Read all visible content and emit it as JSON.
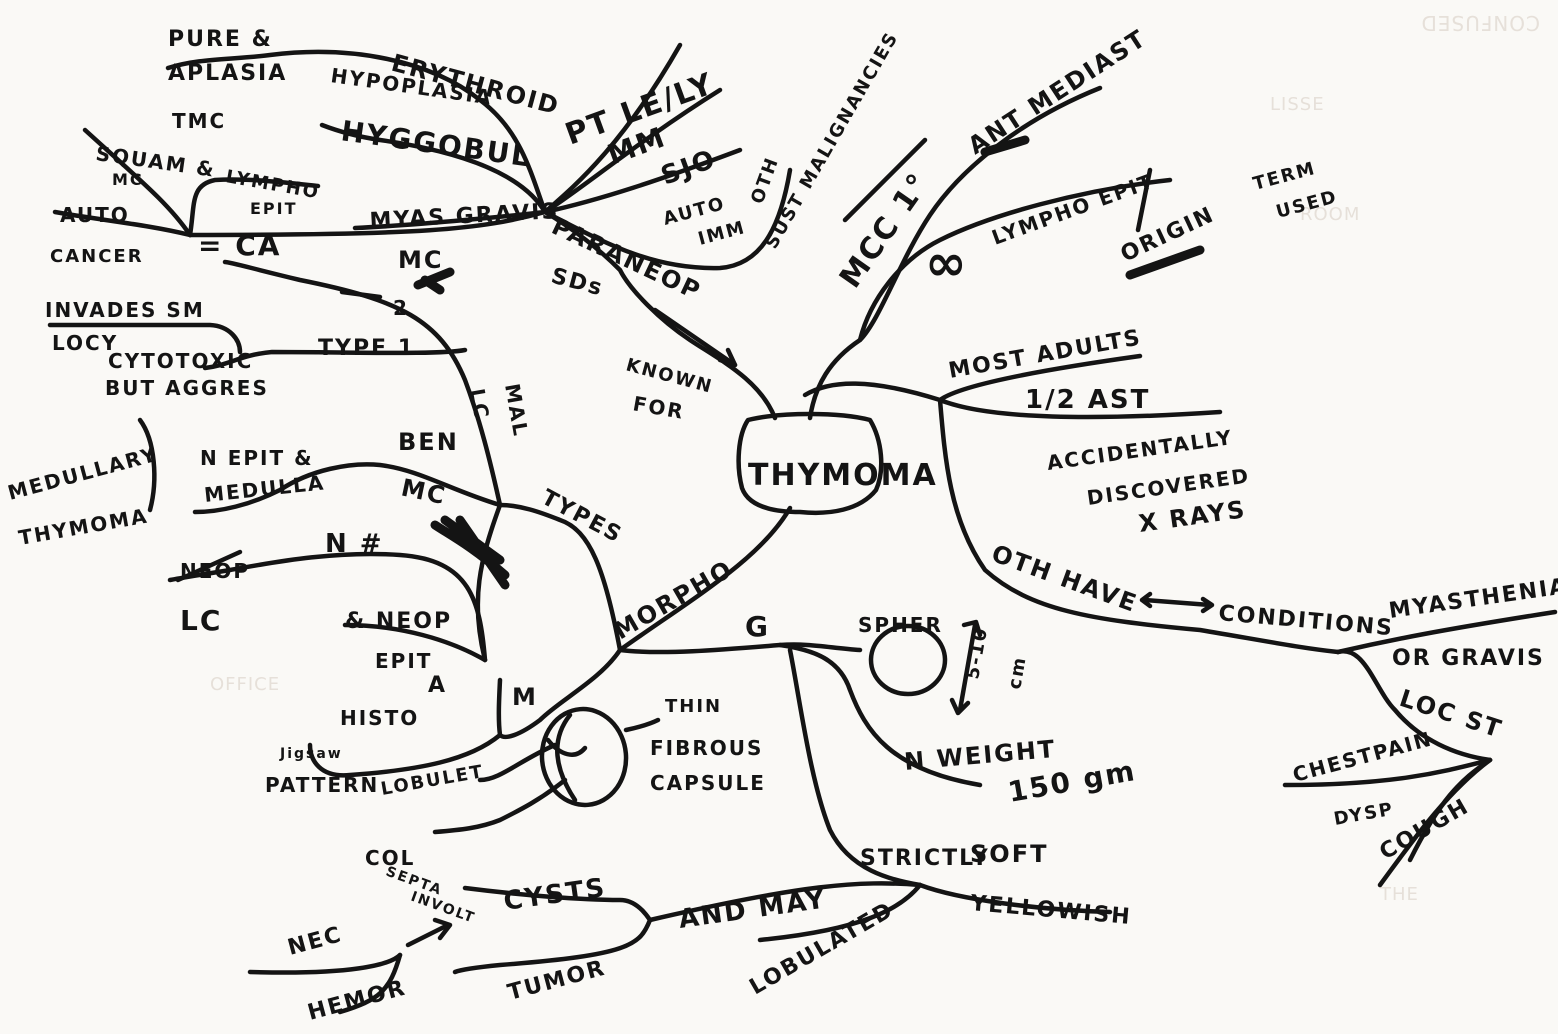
{
  "center": "THYMOMA",
  "known_for": {
    "text": [
      "KNOWN",
      "FOR"
    ]
  },
  "paraneop": {
    "label": "PARANEOP",
    "sds": "SDs",
    "red_cell": [
      "PURE &",
      "APLASIA"
    ],
    "erythroid": [
      "ERYTHROID",
      "HYPOPLASIA"
    ],
    "hypogammaglob": "HYGGOBUL",
    "pt_le": "PT LE/LY",
    "mm": "MM",
    "sjo": "SJO",
    "auto_imm": [
      "AUTO",
      "IMM"
    ],
    "oth": "OTH",
    "myas": "MYAS GRAVIS",
    "mc": "MC",
    "thymic_carcinoma": {
      "top": "TMC",
      "squam": "SQUAM &",
      "lymphoepit": [
        "LYMPHO",
        "EPIT"
      ],
      "mc": "MC",
      "auto": "AUTO",
      "cancer": "CANCER",
      "eq_ca": "= CA"
    }
  },
  "types": {
    "label": "TYPES",
    "type2": "2",
    "type1": "TYPE 1",
    "invades": [
      "INVADES SM",
      "LOCY"
    ],
    "cytotoxic": [
      "CYTOTOXIC",
      "BUT AGGRES"
    ],
    "lc": "LC",
    "mal": "MAL",
    "ben": "BEN",
    "epit_medulla": [
      "N EPIT &",
      "MEDULLA"
    ],
    "medullary": [
      "MEDULLARY",
      "THYMOMA"
    ],
    "mc": "MC",
    "neop": "NEOP",
    "n_hash": "N #",
    "and_neop": "& NEOP",
    "lc2": "LC",
    "epit": "EPIT",
    "a": "A"
  },
  "morpho": {
    "label": "MORPHO",
    "m": "M",
    "histo": "HISTO",
    "pattern": [
      "Jigsaw",
      "PATTERN"
    ],
    "lobulet": "LOBULET",
    "capsule": [
      "THIN",
      "FIBROUS",
      "CAPSULE"
    ],
    "col_septa": [
      "COL",
      "SEPTA",
      "INVOLT"
    ],
    "g": "G",
    "spher": "SPHER",
    "size": [
      "5-10",
      "cm"
    ],
    "weight": "N WEIGHT",
    "weight_value": "150 gm",
    "strictly": "STRICTLY",
    "soft": "SOFT",
    "yellowish": "YELLOWISH",
    "cysts": "CYSTS",
    "and_may": "AND MAY",
    "nec": "NEC",
    "hemor": "HEMOR",
    "tumor": "TUMOR",
    "lobulated": "LOBULATED"
  },
  "epidemiology": {
    "mcc": "MCC 1°",
    "ant_mediast": "ANT MEDIAST",
    "sust": "SUST MALIGNANCIES",
    "lymphoepit": "LYMPHO EPIT",
    "infinity": "∞",
    "origin": "ORIGIN",
    "term": "TERM",
    "used": "USED",
    "most_adults": "MOST ADULTS",
    "half_ast": "1/2 AST",
    "accident": [
      "ACCIDENTALLY",
      "DISCOVERED",
      "X RAYS"
    ],
    "oth_have": "OTH HAVE",
    "conditions": "CONDITIONS",
    "myasthenia": "MYASTHENIA",
    "or_gravis": "OR GRAVIS",
    "loc_st": "LOC ST",
    "chestpain": "CHESTPAIN",
    "dysp": "DYSP",
    "cough": "COUGH"
  },
  "colors": {
    "ink": "#141414",
    "paper": "#faf9f6",
    "ghost": "#d9cfc6"
  }
}
